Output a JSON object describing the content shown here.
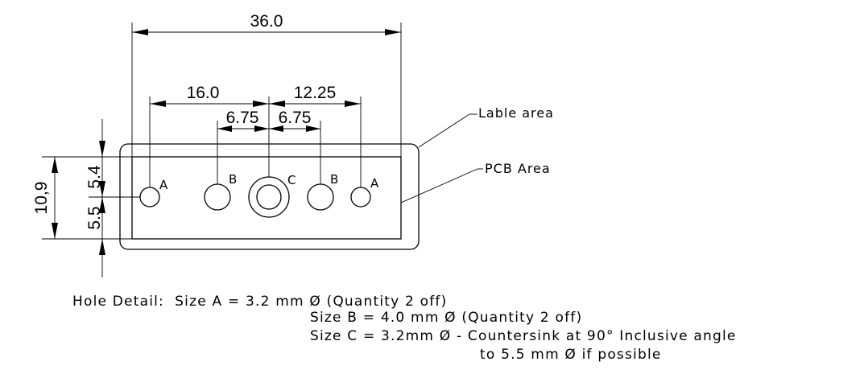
{
  "dimensions": {
    "overall_width": "36.0",
    "a_to_c": "16.0",
    "c_to_a": "12.25",
    "b_to_c_left": "6.75",
    "c_to_b_right": "6.75",
    "height": "10,9",
    "upper": "5.4",
    "lower": "5.5"
  },
  "holes": {
    "left_a": "A",
    "left_b": "B",
    "center_c": "C",
    "right_b": "B",
    "right_a": "A"
  },
  "callouts": {
    "label_area": "Lable area",
    "pcb_area": "PCB Area"
  },
  "notes": {
    "line1": "Hole Detail:  Size A = 3.2 mm Ø (Quantity 2 off)",
    "line2": "Size B = 4.0 mm Ø (Quantity 2 off)",
    "line3": "Size C = 3.2mm Ø - Countersink at 90° Inclusive angle",
    "line4": "to 5.5 mm Ø if possible"
  }
}
